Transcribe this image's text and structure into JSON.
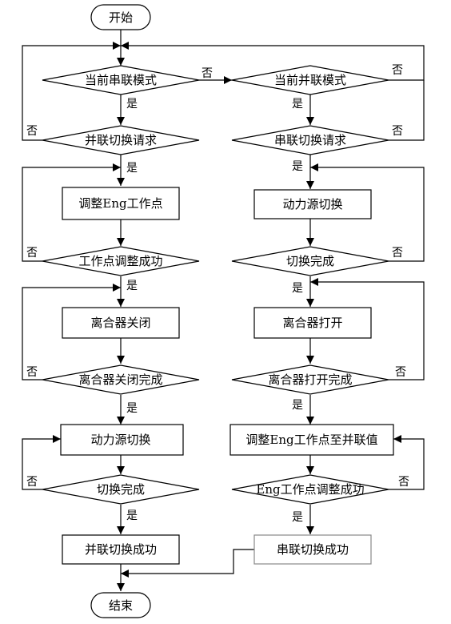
{
  "terminals": {
    "start": "开始",
    "end": "结束"
  },
  "left": {
    "d1": "当前串联模式",
    "d2": "并联切换请求",
    "p1": "调整Eng工作点",
    "d3": "工作点调整成功",
    "p2": "离合器关闭",
    "d4": "离合器关闭完成",
    "p3": "动力源切换",
    "d5": "切换完成",
    "p4": "并联切换成功"
  },
  "right": {
    "d1": "当前并联模式",
    "d2": "串联切换请求",
    "p1": "动力源切换",
    "d3": "切换完成",
    "p2": "离合器打开",
    "d4": "离合器打开完成",
    "p3": "调整Eng工作点至并联值",
    "d5": "Eng工作点调整成功",
    "p4": "串联切换成功"
  },
  "labels": {
    "yes": "是",
    "no": "否"
  },
  "colors": {
    "stroke": "#000000",
    "background": "#ffffff",
    "right_final_box_stroke": "#888888"
  }
}
